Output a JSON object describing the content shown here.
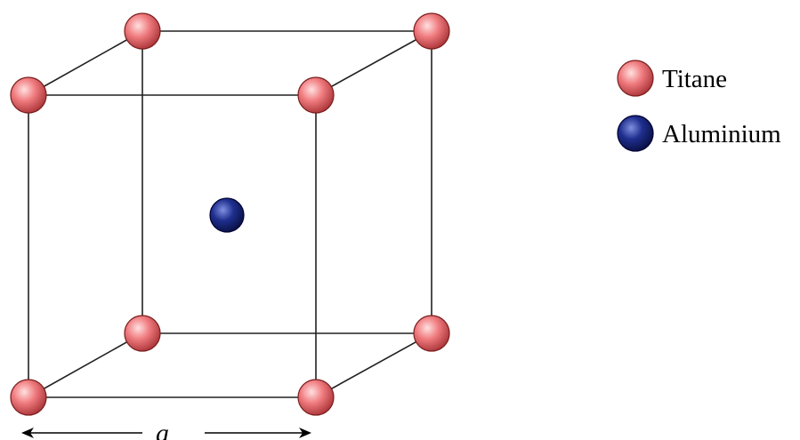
{
  "labels": {
    "lattice_parameter": "a"
  },
  "legend": [
    {
      "label": "Titane",
      "color": "#e8676b",
      "icon": "titanium-atom-icon"
    },
    {
      "label": "Aluminium",
      "color": "#1f2f8f",
      "icon": "aluminium-atom-icon"
    }
  ],
  "colors": {
    "titanium_light": "#ffe0df",
    "titanium_mid": "#f07c80",
    "titanium_dark": "#a83236",
    "aluminium_light": "#8090e0",
    "aluminium_mid": "#1f2f8f",
    "aluminium_dark": "#080f40",
    "edge": "#222222"
  }
}
